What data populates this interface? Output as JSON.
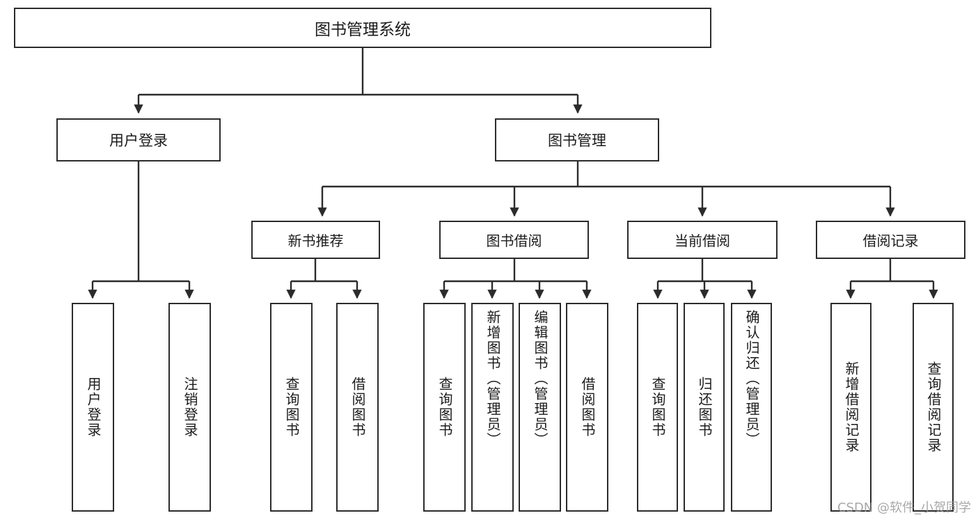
{
  "diagram": {
    "title": "图书管理系统",
    "watermark": "CSDN @软件_小贺同学",
    "line_color": "#2b2b2b",
    "box_fill": "#ffffff",
    "text_color": "#1b1b1b",
    "watermark_color": "#9a9a9a"
  },
  "root": {
    "label": "图书管理系统"
  },
  "level2": [
    {
      "label": "用户登录"
    },
    {
      "label": "图书管理"
    }
  ],
  "level3": [
    {
      "label": "新书推荐"
    },
    {
      "label": "图书借阅"
    },
    {
      "label": "当前借阅"
    },
    {
      "label": "借阅记录"
    }
  ],
  "leaves": {
    "user_login": [
      {
        "label": "用户登录"
      },
      {
        "label": "注销登录"
      }
    ],
    "new_book": [
      {
        "label": "查询图书"
      },
      {
        "label": "借阅图书"
      }
    ],
    "book_borrow": [
      {
        "label": "查询图书"
      },
      {
        "label": "新增图书（管理员）"
      },
      {
        "label": "编辑图书（管理员）"
      },
      {
        "label": "借阅图书"
      }
    ],
    "current_borrow": [
      {
        "label": "查询图书"
      },
      {
        "label": "归还图书"
      },
      {
        "label": "确认归还（管理员）"
      }
    ],
    "borrow_record": [
      {
        "label": "新增借阅记录"
      },
      {
        "label": "查询借阅记录"
      }
    ]
  }
}
